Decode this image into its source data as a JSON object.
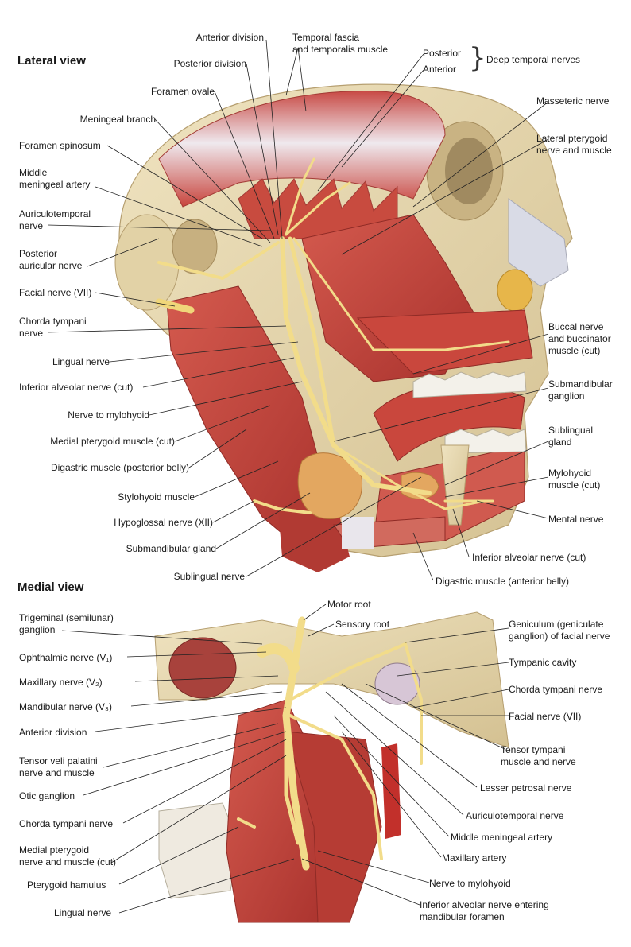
{
  "lateral": {
    "title": "Lateral view",
    "deep_temporal": "Deep temporal nerves",
    "labels": [
      "Anterior division",
      "Temporal fascia\nand temporalis muscle",
      "Posterior",
      "Anterior",
      "Posterior division",
      "Foramen ovale",
      "Masseteric nerve",
      "Meningeal branch",
      "Lateral pterygoid\nnerve and muscle",
      "Foramen spinosum",
      "Middle\nmeningeal artery",
      "Auriculotemporal\nnerve",
      "Posterior\nauricular nerve",
      "Facial nerve (VII)",
      "Chorda tympani\nnerve",
      "Buccal nerve\nand buccinator\nmuscle (cut)",
      "Lingual nerve",
      "Inferior alveolar nerve (cut)",
      "Submandibular\nganglion",
      "Nerve to mylohyoid",
      "Medial pterygoid muscle (cut)",
      "Sublingual\ngland",
      "Digastric muscle (posterior belly)",
      "Mylohyoid\nmuscle (cut)",
      "Stylohyoid muscle",
      "Mental nerve",
      "Hypoglossal nerve (XII)",
      "Submandibular gland",
      "Inferior alveolar nerve (cut)",
      "Sublingual nerve",
      "Digastric muscle (anterior belly)"
    ]
  },
  "medial": {
    "title": "Medial view",
    "labels": [
      "Motor root",
      "Sensory root",
      "Trigeminal (semilunar)\nganglion",
      "Geniculum (geniculate\nganglion) of facial nerve",
      "Ophthalmic nerve (V₁)",
      "Tympanic cavity",
      "Maxillary nerve (V₂)",
      "Chorda tympani nerve",
      "Mandibular nerve (V₃)",
      "Facial nerve (VII)",
      "Anterior division",
      "Tensor tympani\nmuscle and nerve",
      "Tensor veli palatini\nnerve and muscle",
      "Lesser petrosal nerve",
      "Otic ganglion",
      "Auriculotemporal nerve",
      "Chorda tympani nerve",
      "Middle meningeal artery",
      "Medial pterygoid\nnerve and muscle (cut)",
      "Maxillary artery",
      "Pterygoid hamulus",
      "Nerve to mylohyoid",
      "Lingual nerve",
      "Inferior alveolar nerve entering\nmandibular foramen"
    ]
  },
  "colors": {
    "muscle": "#c4453e",
    "muscle_light": "#dc7a6c",
    "bone": "#e8d9b0",
    "nerve": "#f2dc8a",
    "tendon": "#e9e6ec",
    "gland": "#e3a760"
  }
}
